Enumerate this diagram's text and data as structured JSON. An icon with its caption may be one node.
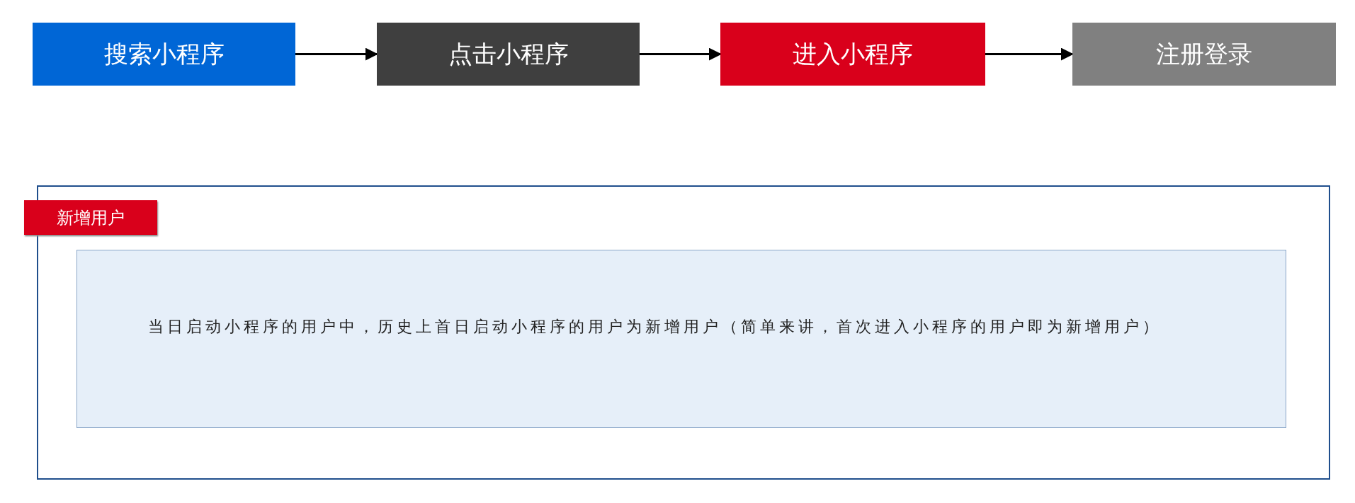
{
  "diagram": {
    "nodes": [
      {
        "text": [
          "搜索小程序"
        ]
      },
      {
        "text": [
          "点击小程序"
        ]
      },
      {
        "text": [
          "进入小程序"
        ]
      },
      {
        "text": [
          "注册登录"
        ]
      },
      {
        "text": [
          "新增用户"
        ]
      },
      {
        "text": [
          "当日启动小程序的用户中，历史上首日启动小程序的用户为新增用户（简单来讲，首次进入小程序的用户即为新增用户）"
        ],
        "in": 4
      }
    ],
    "edges": [
      {
        "from": 0,
        "to": 1,
        "arrow": "to"
      },
      {
        "from": 1,
        "to": 2,
        "arrow": "to"
      },
      {
        "from": 2,
        "to": 3,
        "arrow": "to"
      }
    ]
  }
}
